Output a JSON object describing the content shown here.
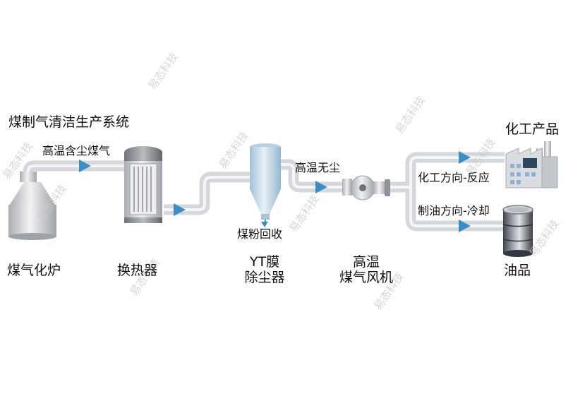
{
  "diagram": {
    "title": "煤制气清洁生产系统",
    "flows": {
      "dusty_gas": "高温含尘煤气",
      "dust_free": "高温无尘",
      "chemical_route": "化工方向-反应",
      "oil_route": "制油方向-冷却",
      "coal_recovery": "煤粉回收"
    },
    "equipment": {
      "gasifier": "煤气化炉",
      "heat_exchanger": "换热器",
      "filter_line1": "YT膜",
      "filter_line2": "除尘器",
      "fan_line1": "高温",
      "fan_line2": "煤气风机"
    },
    "products": {
      "chemical": "化工产品",
      "oil": "油品"
    },
    "watermark": "易态科技",
    "colors": {
      "pipe": "#d6dade",
      "pipe_highlight": "#f3f5f6",
      "arrow": "#3a8ec4",
      "equipment": "#c9ccd0",
      "filter": "#c6dbe9"
    }
  }
}
